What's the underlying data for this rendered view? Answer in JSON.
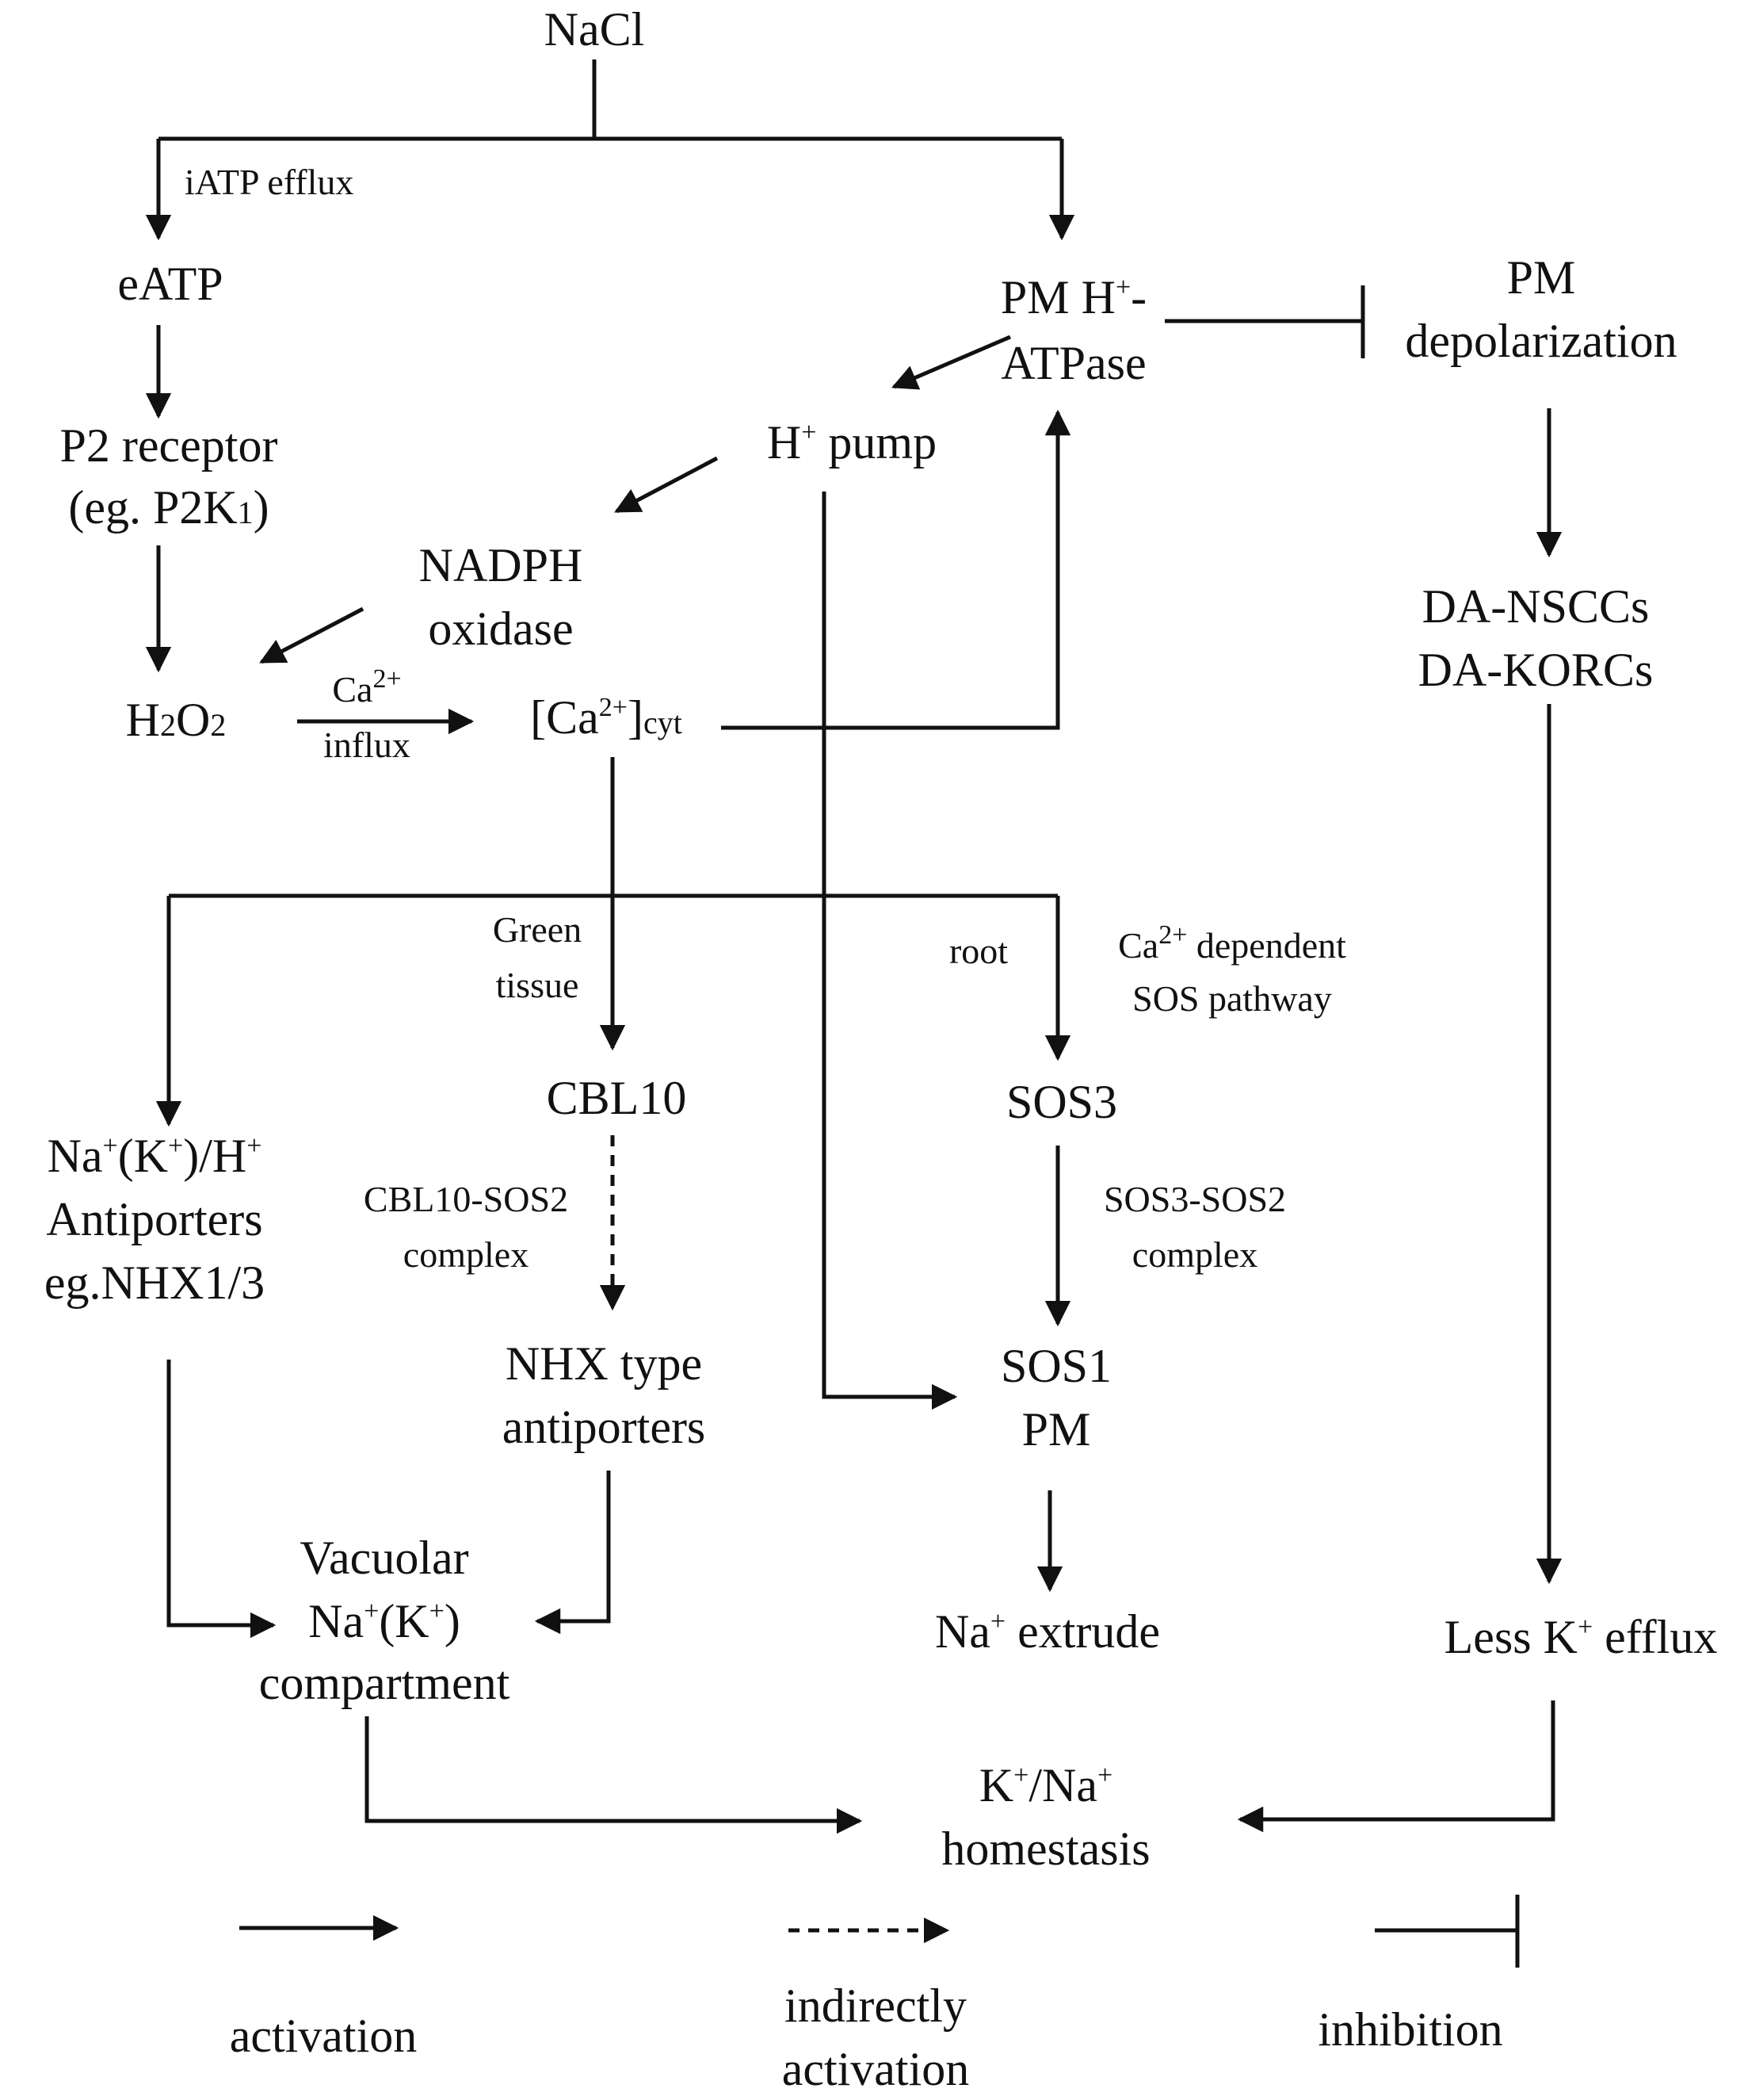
{
  "nodes": {
    "nacl": "NaCl",
    "eatp": "eATP",
    "p2_receptor": [
      "P2 receptor",
      "(eg. P2K",
      "1",
      ")"
    ],
    "h2o2": [
      "H",
      "2",
      "O",
      "2"
    ],
    "pm_atpase": [
      "PM H",
      "+",
      "-",
      "ATPase"
    ],
    "pm_depolarization": [
      "PM",
      "depolarization"
    ],
    "h_pump": [
      "H",
      "+",
      " pump"
    ],
    "nadph_oxidase": [
      "NADPH",
      "oxidase"
    ],
    "ca_cyt": [
      "[Ca",
      "2+",
      "]",
      "cyt"
    ],
    "da_channels": [
      "DA-NSCCs",
      "DA-KORCs"
    ],
    "cbl10": "CBL10",
    "sos3": "SOS3",
    "antiporters": [
      "Na",
      "+",
      "(K",
      "+",
      ")/H",
      "+",
      "Antiporters",
      "eg.NHX1/3"
    ],
    "nhx_type": [
      "NHX type",
      "antiporters"
    ],
    "sos1_pm": [
      "SOS1",
      "PM"
    ],
    "vacuolar": [
      "Vacuolar",
      "Na",
      "+",
      "(K",
      "+",
      ")",
      "compartment"
    ],
    "na_extrude": [
      "Na",
      "+",
      " extrude"
    ],
    "less_k_efflux": [
      "Less K",
      "+",
      " efflux"
    ],
    "homeostasis": [
      "K",
      "+",
      "/Na",
      "+",
      "homestasis"
    ]
  },
  "edge_labels": {
    "iatp_efflux": "iATP efflux",
    "ca_influx": [
      "Ca",
      "2+",
      "influx"
    ],
    "green_tissue": [
      "Green",
      "tissue"
    ],
    "root": "root",
    "ca_sos_pathway": [
      "Ca",
      "2+",
      " dependent",
      "SOS pathway"
    ],
    "cbl10_sos2": [
      "CBL10-SOS2",
      "complex"
    ],
    "sos3_sos2": [
      "SOS3-SOS2",
      "complex"
    ]
  },
  "legend": {
    "activation": "activation",
    "indirect": [
      "indirectly",
      "activation"
    ],
    "inhibition": "inhibition"
  }
}
